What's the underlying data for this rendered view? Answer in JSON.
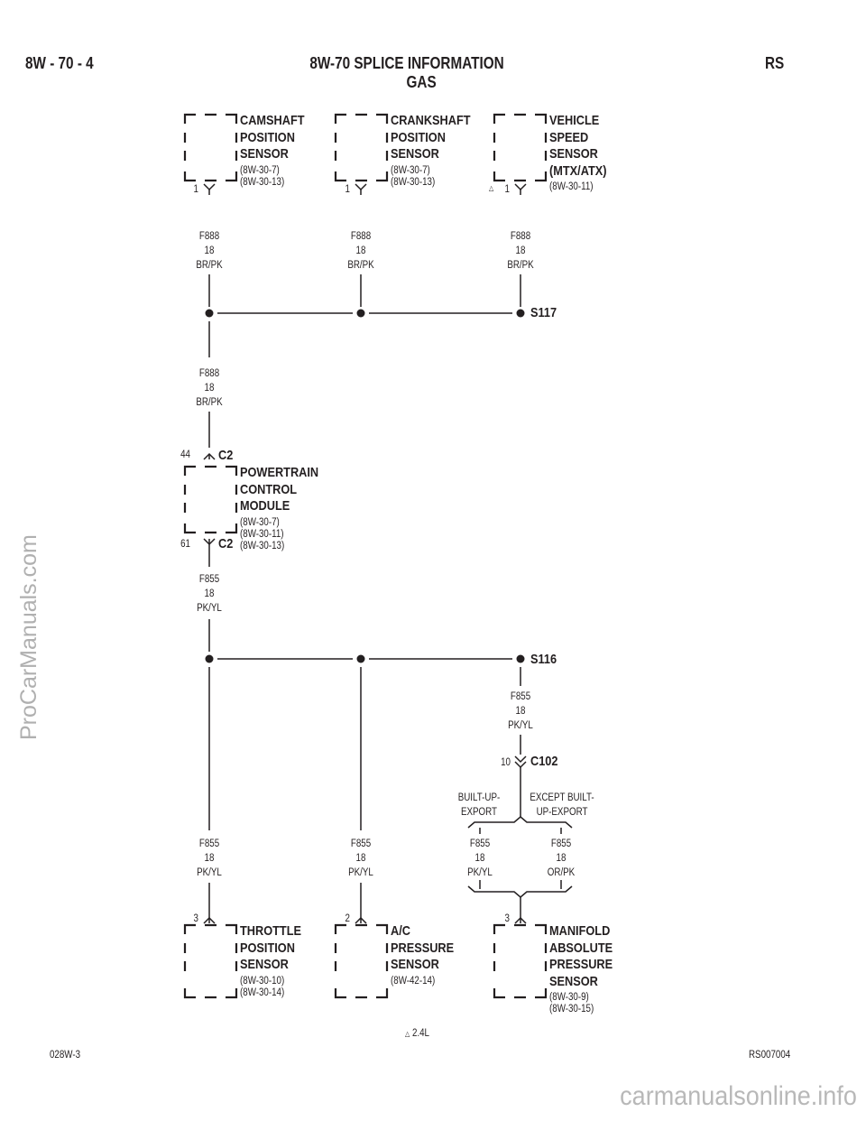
{
  "header": {
    "page": "8W - 70 - 4",
    "title": "8W-70 SPLICE INFORMATION",
    "subtitle": "GAS",
    "section": "RS"
  },
  "components": {
    "cam": {
      "name": [
        "CAMSHAFT",
        "POSITION",
        "SENSOR"
      ],
      "refs": [
        "(8W-30-7)",
        "(8W-30-13)"
      ],
      "pin": "1"
    },
    "crank": {
      "name": [
        "CRANKSHAFT",
        "POSITION",
        "SENSOR"
      ],
      "refs": [
        "(8W-30-7)",
        "(8W-30-13)"
      ],
      "pin": "1"
    },
    "vss": {
      "name": [
        "VEHICLE",
        "SPEED",
        "SENSOR",
        "(MTX/ATX)"
      ],
      "refs": [
        "(8W-30-11)"
      ],
      "pin": "1"
    },
    "pcm": {
      "name": [
        "POWERTRAIN",
        "CONTROL",
        "MODULE"
      ],
      "refs": [
        "(8W-30-7)",
        "(8W-30-11)",
        "(8W-30-13)"
      ],
      "pin_top": "44",
      "pin_bottom": "61",
      "connector": "C2"
    },
    "tps": {
      "name": [
        "THROTTLE",
        "POSITION",
        "SENSOR"
      ],
      "refs": [
        "(8W-30-10)",
        "(8W-30-14)"
      ],
      "pin": "3"
    },
    "ac": {
      "name": [
        "A/C",
        "PRESSURE",
        "SENSOR"
      ],
      "refs": [
        "(8W-42-14)"
      ],
      "pin": "2"
    },
    "map": {
      "name": [
        "MANIFOLD",
        "ABSOLUTE",
        "PRESSURE",
        "SENSOR"
      ],
      "refs": [
        "(8W-30-9)",
        "(8W-30-15)"
      ],
      "pin": "3"
    }
  },
  "wires": {
    "f888": [
      "F888",
      "18",
      "BR/PK"
    ],
    "f855": [
      "F855",
      "18",
      "PK/YL"
    ],
    "f855_or": [
      "F855",
      "18",
      "OR/PK"
    ]
  },
  "splices": {
    "s117": "S117",
    "s116": "S116"
  },
  "c102": {
    "name": "C102",
    "pin": "10"
  },
  "options": {
    "built_up": [
      "BUILT-UP-",
      "EXPORT"
    ],
    "except": [
      "EXCEPT BUILT-",
      "UP-EXPORT"
    ]
  },
  "footnote": "2.4L",
  "footer": {
    "left": "028W-3",
    "right": "RS007004"
  },
  "watermarks": {
    "left": "ProCarManuals.com",
    "right": "carmanualsonline.info"
  }
}
